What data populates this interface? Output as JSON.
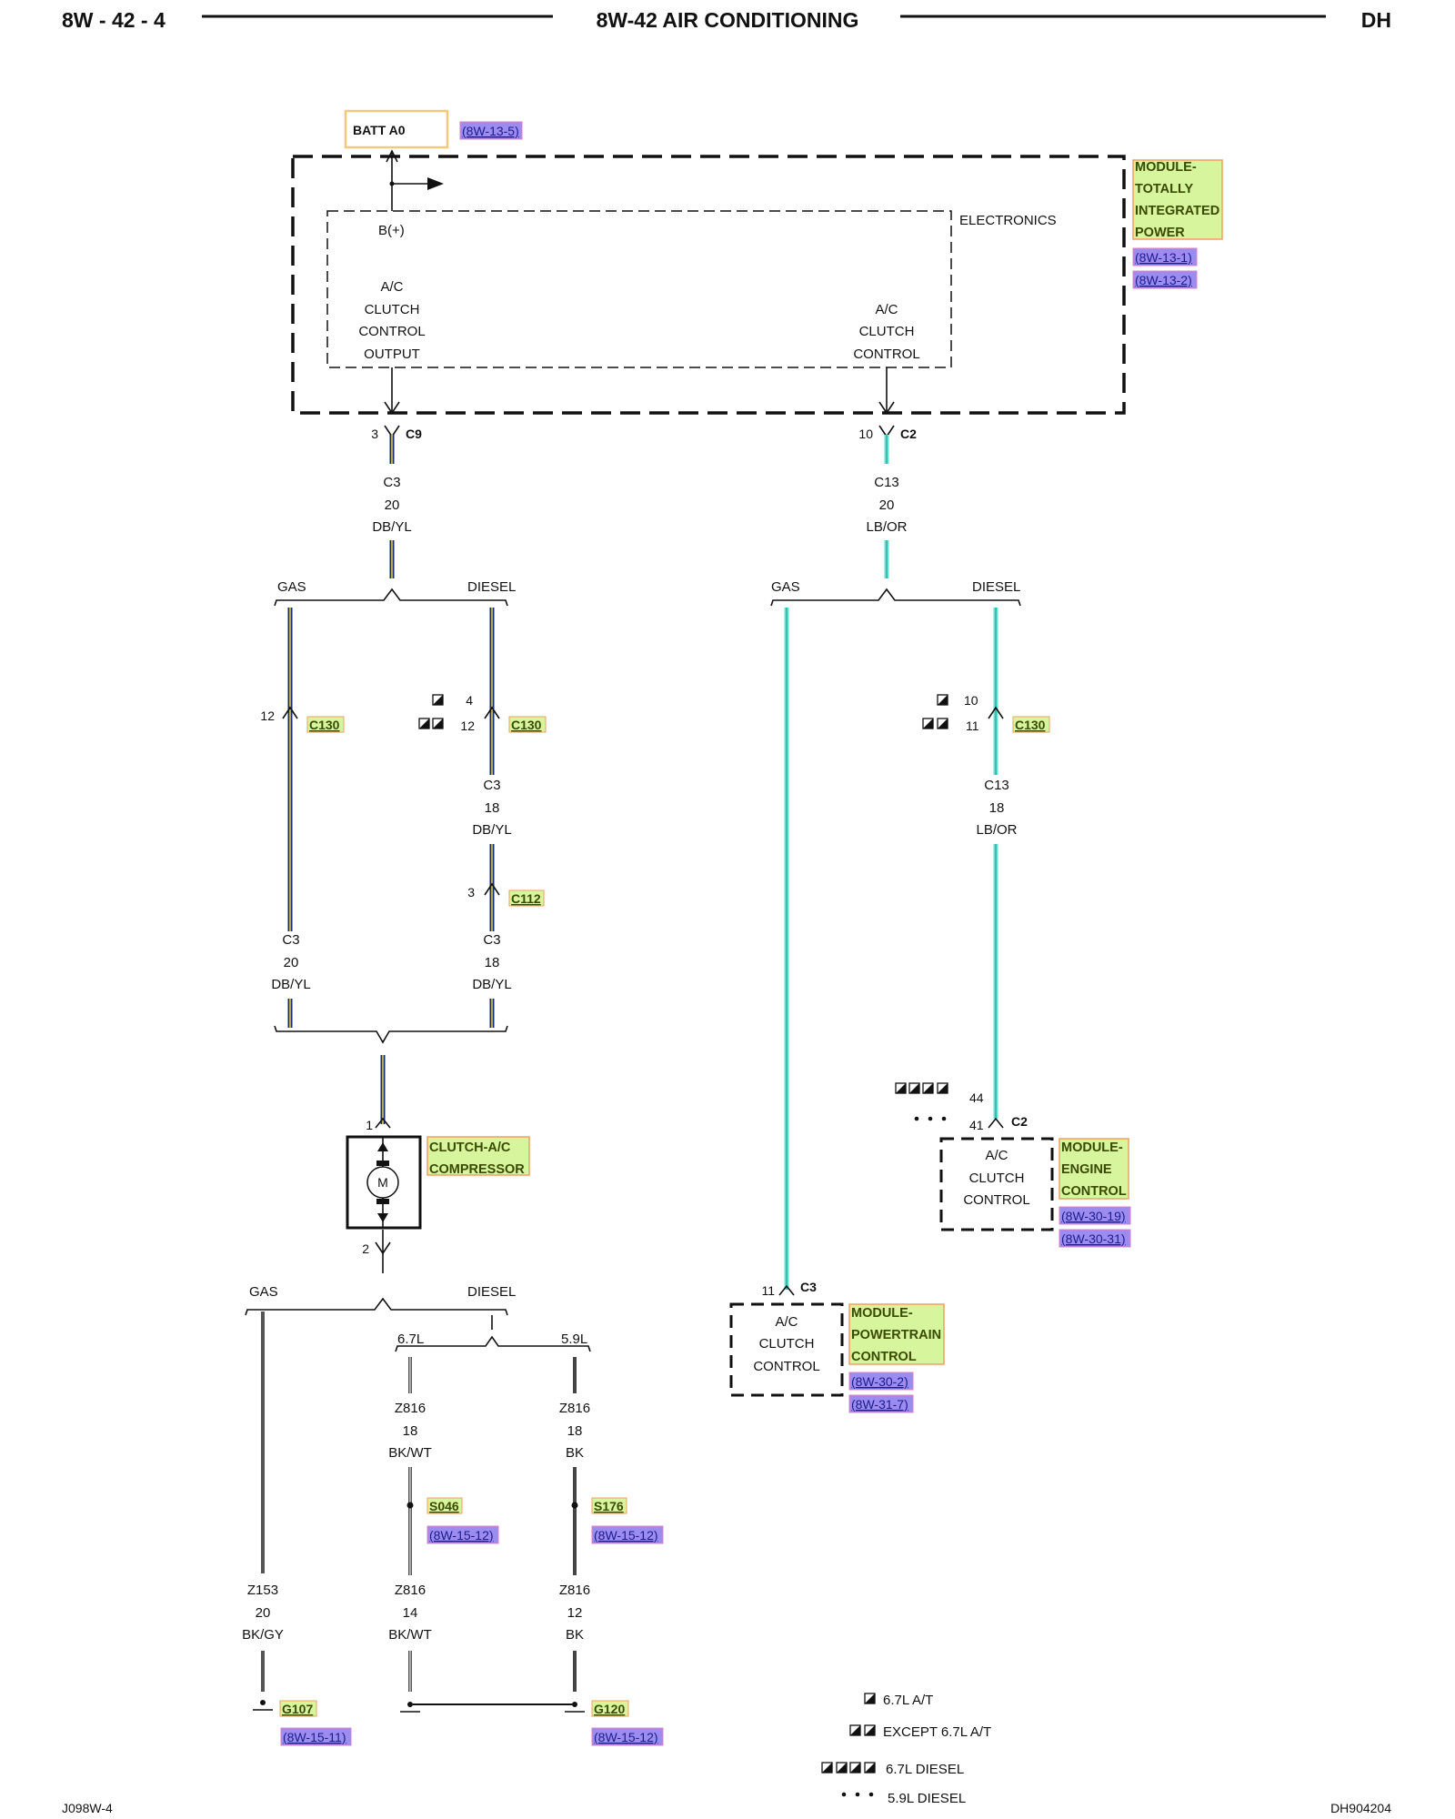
{
  "header": {
    "page_number": "8W - 42 - 4",
    "title": "8W-42 AIR CONDITIONING",
    "model": "DH"
  },
  "footer": {
    "left_code": "J098W-4",
    "right_code": "DH904204"
  },
  "colors": {
    "wire_db_yl_dark": "#1a2a6e",
    "wire_db_yl_light": "#e6d84a",
    "wire_lb_or": "#5fe6d8",
    "wire_ground": "#555555",
    "component_highlight": "#d6f59c",
    "xref_highlight": "#9c8cf0",
    "batt_box_border": "#f2c87a"
  },
  "batt": {
    "label": "BATT A0",
    "xref": "(8W-13-5)"
  },
  "tipm": {
    "name_lines": [
      "MODULE-",
      "TOTALLY",
      "INTEGRATED",
      "POWER"
    ],
    "xrefs": [
      "(8W-13-1)",
      "(8W-13-2)"
    ],
    "electronics_label": "ELECTRONICS",
    "bplus_label": "B(+)",
    "output_label_lines": [
      "A/C",
      "CLUTCH",
      "CONTROL",
      "OUTPUT"
    ],
    "control_label_lines": [
      "A/C",
      "CLUTCH",
      "CONTROL"
    ]
  },
  "connectors": {
    "c9": {
      "pin": "3",
      "name": "C9"
    },
    "c2_tipm": {
      "pin": "10",
      "name": "C2"
    },
    "c130_gas": {
      "pin": "12",
      "name": "C130"
    },
    "c130_diesel": {
      "pins": [
        "4",
        "12"
      ],
      "name": "C130"
    },
    "c112": {
      "pin": "3",
      "name": "C112"
    },
    "c130_lb": {
      "pins": [
        "10",
        "11"
      ],
      "name": "C130"
    },
    "ecm_c2": {
      "pins": [
        "44",
        "41"
      ],
      "name": "C2"
    },
    "pcm_c3": {
      "pin": "11",
      "name": "C3"
    },
    "compressor_pins": [
      "1",
      "2"
    ]
  },
  "wires": {
    "c3_top": [
      "C3",
      "20",
      "DB/YL"
    ],
    "c13_top": [
      "C13",
      "20",
      "LB/OR"
    ],
    "c3_diesel_mid": [
      "C3",
      "18",
      "DB/YL"
    ],
    "c13_diesel_mid": [
      "C13",
      "18",
      "LB/OR"
    ],
    "c3_gas_bottom": [
      "C3",
      "20",
      "DB/YL"
    ],
    "c3_diesel_bottom": [
      "C3",
      "18",
      "DB/YL"
    ],
    "z816_67_top": [
      "Z816",
      "18",
      "BK/WT"
    ],
    "z816_59_top": [
      "Z816",
      "18",
      "BK"
    ],
    "z153": [
      "Z153",
      "20",
      "BK/GY"
    ],
    "z816_67_bottom": [
      "Z816",
      "14",
      "BK/WT"
    ],
    "z816_59_bottom": [
      "Z816",
      "12",
      "BK"
    ]
  },
  "branches": {
    "gas": "GAS",
    "diesel": "DIESEL",
    "l67": "6.7L",
    "l59": "5.9L"
  },
  "compressor": {
    "name_lines": [
      "CLUTCH-A/C",
      "COMPRESSOR"
    ],
    "motor": "M"
  },
  "ecm": {
    "name_lines": [
      "MODULE-",
      "ENGINE",
      "CONTROL"
    ],
    "xrefs": [
      "(8W-30-19)",
      "(8W-30-31)"
    ],
    "label_lines": [
      "A/C",
      "CLUTCH",
      "CONTROL"
    ]
  },
  "pcm": {
    "name_lines": [
      "MODULE-",
      "POWERTRAIN",
      "CONTROL"
    ],
    "xrefs": [
      "(8W-30-2)",
      "(8W-31-7)"
    ],
    "label_lines": [
      "A/C",
      "CLUTCH",
      "CONTROL"
    ]
  },
  "splices": {
    "s046": {
      "name": "S046",
      "xref": "(8W-15-12)"
    },
    "s176": {
      "name": "S176",
      "xref": "(8W-15-12)"
    }
  },
  "grounds": {
    "g107": {
      "name": "G107",
      "xref": "(8W-15-11)"
    },
    "g120": {
      "name": "G120",
      "xref": "(8W-15-12)"
    }
  },
  "legend": [
    {
      "symbol": "single-square-icon",
      "text": "6.7L A/T"
    },
    {
      "symbol": "double-square-icon",
      "text": "EXCEPT 6.7L A/T"
    },
    {
      "symbol": "quad-square-icon",
      "text": "6.7L DIESEL"
    },
    {
      "symbol": "triple-dot-icon",
      "text": "5.9L DIESEL"
    }
  ]
}
